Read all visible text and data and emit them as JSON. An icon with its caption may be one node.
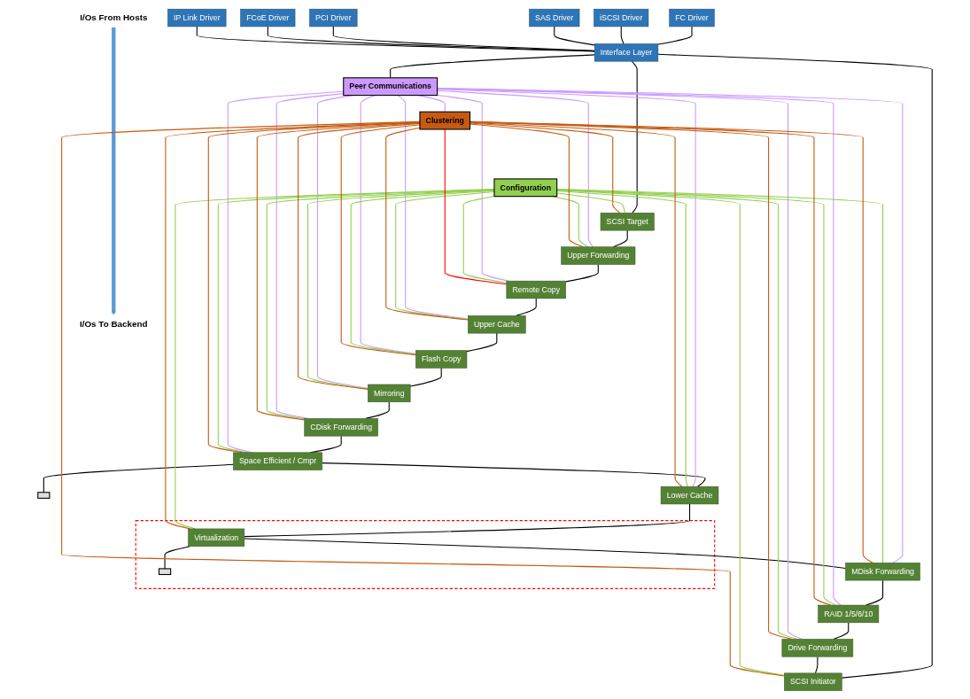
{
  "diagram": {
    "nodes": [
      {
        "text": [
          "I/Os From Hosts"
        ]
      },
      {
        "text": [
          "FC Driver"
        ]
      },
      {
        "text": [
          "iSCSI Driver"
        ]
      },
      {
        "text": [
          "SAS Driver"
        ]
      },
      {
        "text": [
          "PCI Driver"
        ]
      },
      {
        "text": [
          "FCoE Driver"
        ]
      },
      {
        "text": [
          "IP Link Driver"
        ]
      },
      {
        "text": [
          "Interface Layer"
        ]
      },
      {
        "text": [
          "Peer Communications"
        ]
      },
      {
        "text": [
          "Configuration"
        ]
      },
      {
        "text": [
          "Clustering"
        ]
      },
      {
        "text": [
          "SCSI Target"
        ]
      },
      {
        "text": [
          "Upper Forwarding"
        ]
      },
      {
        "text": [
          "Remote Copy"
        ]
      },
      {
        "text": [
          "Upper Cache"
        ]
      },
      {
        "text": [
          "Flash Copy"
        ]
      },
      {
        "text": [
          "Mirroring"
        ]
      },
      {
        "text": [
          "CDisk Forwarding"
        ]
      },
      {
        "text": [
          "Space Efficient / Cmpr"
        ]
      },
      {
        "text": [],
        "shape": "box"
      },
      {
        "text": [
          "Lower Cache"
        ]
      },
      {
        "text": [],
        "shape": "box"
      },
      {
        "text": [
          "Virtualization"
        ],
        "in": 21
      },
      {
        "text": [],
        "shape": "box",
        "in": 21
      },
      {
        "text": [
          "MDisk Forwarding"
        ]
      },
      {
        "text": [
          "RAID 1/5/6/10"
        ]
      },
      {
        "text": [
          "Drive Forwarding"
        ]
      },
      {
        "text": [
          "SCSI Initiator"
        ]
      },
      {
        "text": [
          "I/Os To Backend"
        ]
      }
    ],
    "edges": [
      {
        "from": 0,
        "to": 28,
        "arrow": "to",
        "style": "thick",
        "color": "#5b9bd5"
      },
      {
        "from": 1,
        "to": 7,
        "arrow": "none"
      },
      {
        "from": 2,
        "to": 7,
        "arrow": "none"
      },
      {
        "from": 3,
        "to": 7,
        "arrow": "none"
      },
      {
        "from": 4,
        "to": 7,
        "arrow": "none"
      },
      {
        "from": 5,
        "to": 7,
        "arrow": "none"
      },
      {
        "from": 6,
        "to": 7,
        "arrow": "none"
      },
      {
        "from": 7,
        "to": 8,
        "arrow": "none"
      },
      {
        "from": 7,
        "to": 11,
        "arrow": "none"
      },
      {
        "from": 7,
        "to": 27,
        "arrow": "none"
      },
      {
        "from": 11,
        "to": 12,
        "arrow": "none"
      },
      {
        "from": 12,
        "to": 13,
        "arrow": "none"
      },
      {
        "from": 13,
        "to": 14,
        "arrow": "none"
      },
      {
        "from": 14,
        "to": 15,
        "arrow": "none"
      },
      {
        "from": 15,
        "to": 16,
        "arrow": "none"
      },
      {
        "from": 16,
        "to": 17,
        "arrow": "none"
      },
      {
        "from": 17,
        "to": 18,
        "arrow": "none"
      },
      {
        "from": 18,
        "to": 20,
        "arrow": "none"
      },
      {
        "from": 20,
        "to": 22,
        "arrow": "none"
      },
      {
        "from": 22,
        "to": 24,
        "arrow": "none"
      },
      {
        "from": 24,
        "to": 25,
        "arrow": "none"
      },
      {
        "from": 25,
        "to": 26,
        "arrow": "none"
      },
      {
        "from": 26,
        "to": 27,
        "arrow": "none"
      },
      {
        "from": 18,
        "to": 19,
        "arrow": "none"
      },
      {
        "from": 22,
        "to": 23,
        "arrow": "none"
      },
      {
        "from": 8,
        "to": 10,
        "arrow": "none",
        "color": "#cc99ff"
      },
      {
        "from": 8,
        "to": 12,
        "arrow": "none",
        "color": "#cc99ff"
      },
      {
        "from": 8,
        "to": 13,
        "arrow": "none",
        "color": "#cc99ff"
      },
      {
        "from": 8,
        "to": 14,
        "arrow": "none",
        "color": "#cc99ff"
      },
      {
        "from": 8,
        "to": 15,
        "arrow": "none",
        "color": "#cc99ff"
      },
      {
        "from": 8,
        "to": 16,
        "arrow": "none",
        "color": "#cc99ff"
      },
      {
        "from": 8,
        "to": 17,
        "arrow": "none",
        "color": "#cc99ff"
      },
      {
        "from": 8,
        "to": 18,
        "arrow": "none",
        "color": "#cc99ff"
      },
      {
        "from": 8,
        "to": 20,
        "arrow": "none",
        "color": "#cc99ff"
      },
      {
        "from": 8,
        "to": 24,
        "arrow": "none",
        "color": "#cc99ff"
      },
      {
        "from": 8,
        "to": 25,
        "arrow": "none",
        "color": "#cc99ff"
      },
      {
        "from": 8,
        "to": 26,
        "arrow": "none",
        "color": "#cc99ff"
      },
      {
        "from": 9,
        "to": 11,
        "arrow": "none",
        "color": "#92d050"
      },
      {
        "from": 9,
        "to": 12,
        "arrow": "none",
        "color": "#92d050"
      },
      {
        "from": 9,
        "to": 13,
        "arrow": "none",
        "color": "#92d050"
      },
      {
        "from": 9,
        "to": 14,
        "arrow": "none",
        "color": "#92d050"
      },
      {
        "from": 9,
        "to": 15,
        "arrow": "none",
        "color": "#92d050"
      },
      {
        "from": 9,
        "to": 16,
        "arrow": "none",
        "color": "#92d050"
      },
      {
        "from": 9,
        "to": 17,
        "arrow": "none",
        "color": "#92d050"
      },
      {
        "from": 9,
        "to": 18,
        "arrow": "none",
        "color": "#92d050"
      },
      {
        "from": 9,
        "to": 20,
        "arrow": "none",
        "color": "#92d050"
      },
      {
        "from": 9,
        "to": 22,
        "arrow": "none",
        "color": "#92d050"
      },
      {
        "from": 9,
        "to": 24,
        "arrow": "none",
        "color": "#92d050"
      },
      {
        "from": 9,
        "to": 25,
        "arrow": "none",
        "color": "#92d050"
      },
      {
        "from": 9,
        "to": 26,
        "arrow": "none",
        "color": "#92d050"
      },
      {
        "from": 9,
        "to": 27,
        "arrow": "none",
        "color": "#92d050"
      },
      {
        "from": 10,
        "to": 11,
        "arrow": "none",
        "color": "#c55a11"
      },
      {
        "from": 10,
        "to": 12,
        "arrow": "none",
        "color": "#c55a11"
      },
      {
        "from": 10,
        "to": 13,
        "arrow": "none",
        "color": "#ff0000"
      },
      {
        "from": 10,
        "to": 14,
        "arrow": "none",
        "color": "#c55a11"
      },
      {
        "from": 10,
        "to": 15,
        "arrow": "none",
        "color": "#c55a11"
      },
      {
        "from": 10,
        "to": 16,
        "arrow": "none",
        "color": "#c55a11"
      },
      {
        "from": 10,
        "to": 17,
        "arrow": "none",
        "color": "#c55a11"
      },
      {
        "from": 10,
        "to": 18,
        "arrow": "none",
        "color": "#c55a11"
      },
      {
        "from": 10,
        "to": 20,
        "arrow": "none",
        "color": "#c55a11"
      },
      {
        "from": 10,
        "to": 22,
        "arrow": "none",
        "color": "#c55a11"
      },
      {
        "from": 10,
        "to": 24,
        "arrow": "none",
        "color": "#c55a11"
      },
      {
        "from": 10,
        "to": 25,
        "arrow": "none",
        "color": "#c55a11"
      },
      {
        "from": 10,
        "to": 26,
        "arrow": "none",
        "color": "#c55a11"
      },
      {
        "from": 10,
        "to": 27,
        "arrow": "none",
        "color": "#c55a11"
      }
    ]
  }
}
